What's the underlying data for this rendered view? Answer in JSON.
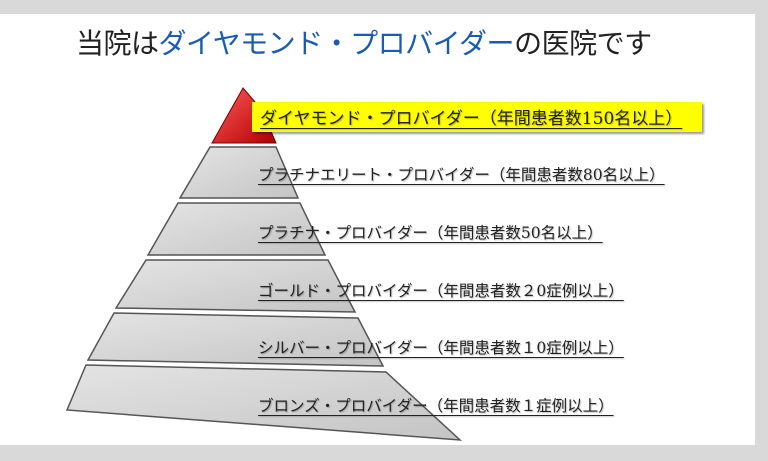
{
  "title": {
    "prefix": "当院は",
    "highlight": "ダイヤモンド・プロバイダー",
    "suffix": "の医院です"
  },
  "colors": {
    "highlight_text": "#1a5bb5",
    "top_tier": "#e02020",
    "label_bg": "#ffff00"
  },
  "tiers": [
    {
      "label": "ダイヤモンド・プロバイダー（年間患者数150名以上）"
    },
    {
      "label": "プラチナエリート・プロバイダー（年間患者数80名以上）"
    },
    {
      "label": "プラチナ・プロバイダー（年間患者数50名以上）"
    },
    {
      "label": "ゴールド・プロバイダー（年間患者数２0症例以上）"
    },
    {
      "label": "シルバー・プロバイダー（年間患者数１0症例以上）"
    },
    {
      "label": "ブロンズ・プロバイダー（年間患者数１症例以上）"
    }
  ]
}
